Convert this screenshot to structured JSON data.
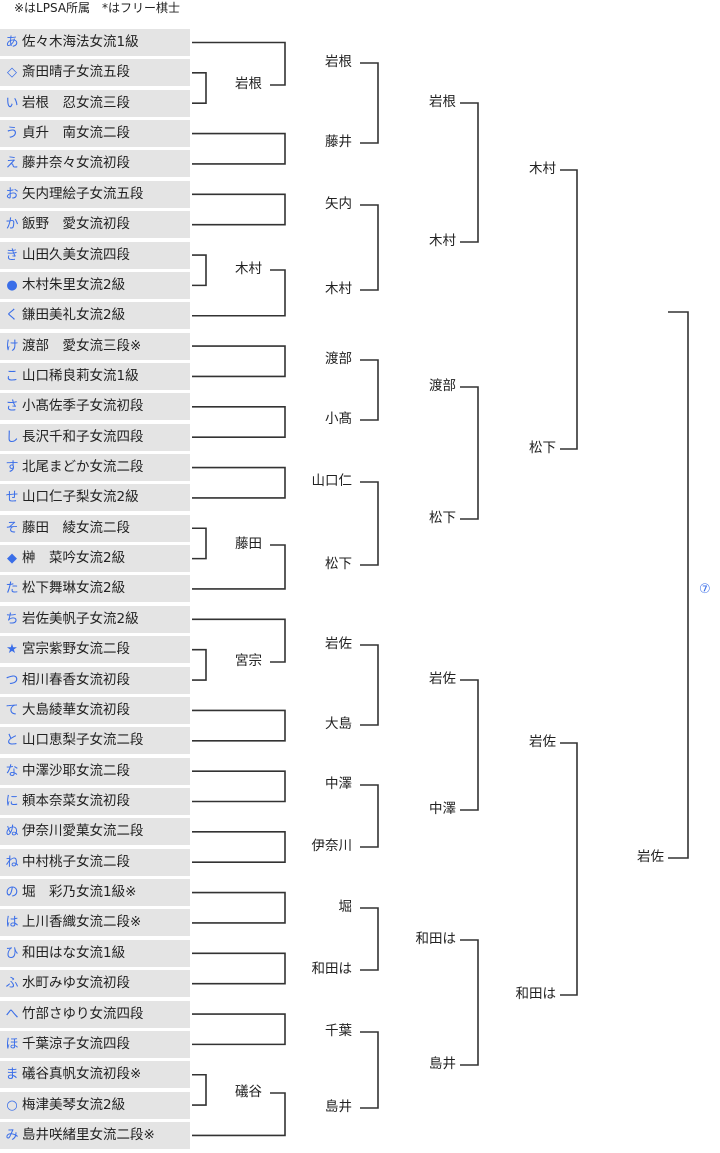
{
  "legend": "※はLPSA所属　*はフリー棋士",
  "accent_color": "#3a6ee8",
  "players": [
    {
      "mark": "あ",
      "name": "佐々木海法女流1級"
    },
    {
      "mark": "◇",
      "name": "斎田晴子女流五段"
    },
    {
      "mark": "い",
      "name": "岩根　忍女流三段"
    },
    {
      "mark": "う",
      "name": "貞升　南女流二段"
    },
    {
      "mark": "え",
      "name": "藤井奈々女流初段"
    },
    {
      "mark": "お",
      "name": "矢内理絵子女流五段"
    },
    {
      "mark": "か",
      "name": "飯野　愛女流初段"
    },
    {
      "mark": "き",
      "name": "山田久美女流四段"
    },
    {
      "mark": "●",
      "name": "木村朱里女流2級"
    },
    {
      "mark": "く",
      "name": "鎌田美礼女流2級"
    },
    {
      "mark": "け",
      "name": "渡部　愛女流三段※"
    },
    {
      "mark": "こ",
      "name": "山口稀良莉女流1級"
    },
    {
      "mark": "さ",
      "name": "小髙佐季子女流初段"
    },
    {
      "mark": "し",
      "name": "長沢千和子女流四段"
    },
    {
      "mark": "す",
      "name": "北尾まどか女流二段"
    },
    {
      "mark": "せ",
      "name": "山口仁子梨女流2級"
    },
    {
      "mark": "そ",
      "name": "藤田　綾女流二段"
    },
    {
      "mark": "◆",
      "name": "榊　菜吟女流2級"
    },
    {
      "mark": "た",
      "name": "松下舞琳女流2級"
    },
    {
      "mark": "ち",
      "name": "岩佐美帆子女流2級"
    },
    {
      "mark": "★",
      "name": "宮宗紫野女流二段"
    },
    {
      "mark": "つ",
      "name": "相川春香女流初段"
    },
    {
      "mark": "て",
      "name": "大島綾華女流初段"
    },
    {
      "mark": "と",
      "name": "山口恵梨子女流二段"
    },
    {
      "mark": "な",
      "name": "中澤沙耶女流二段"
    },
    {
      "mark": "に",
      "name": "頼本奈菜女流初段"
    },
    {
      "mark": "ぬ",
      "name": "伊奈川愛菓女流二段"
    },
    {
      "mark": "ね",
      "name": "中村桃子女流二段"
    },
    {
      "mark": "の",
      "name": "堀　彩乃女流1級※"
    },
    {
      "mark": "は",
      "name": "上川香織女流二段※"
    },
    {
      "mark": "ひ",
      "name": "和田はな女流1級"
    },
    {
      "mark": "ふ",
      "name": "水町みゆ女流初段"
    },
    {
      "mark": "へ",
      "name": "竹部さゆり女流四段"
    },
    {
      "mark": "ほ",
      "name": "千葉涼子女流四段"
    },
    {
      "mark": "ま",
      "name": "礒谷真帆女流初段※"
    },
    {
      "mark": "○",
      "name": "梅津美琴女流2級"
    },
    {
      "mark": "み",
      "name": "島井咲緒里女流二段※"
    }
  ],
  "preliminary_winners": [
    "岩根",
    "木村",
    "藤田",
    "宮宗",
    "礒谷"
  ],
  "round2_winners": [
    "岩根",
    "藤井",
    "矢内",
    "木村",
    "渡部",
    "小髙",
    "山口仁",
    "松下",
    "岩佐",
    "大島",
    "中澤",
    "伊奈川",
    "堀",
    "和田は",
    "千葉",
    "島井"
  ],
  "round3_winners": [
    "岩根",
    "木村",
    "渡部",
    "松下",
    "岩佐",
    "中澤",
    "和田は",
    "島井"
  ],
  "round4_winners": [
    "木村",
    "松下",
    "岩佐",
    "和田は"
  ],
  "semifinal_winner": "岩佐",
  "final_round_mark": "⑦"
}
